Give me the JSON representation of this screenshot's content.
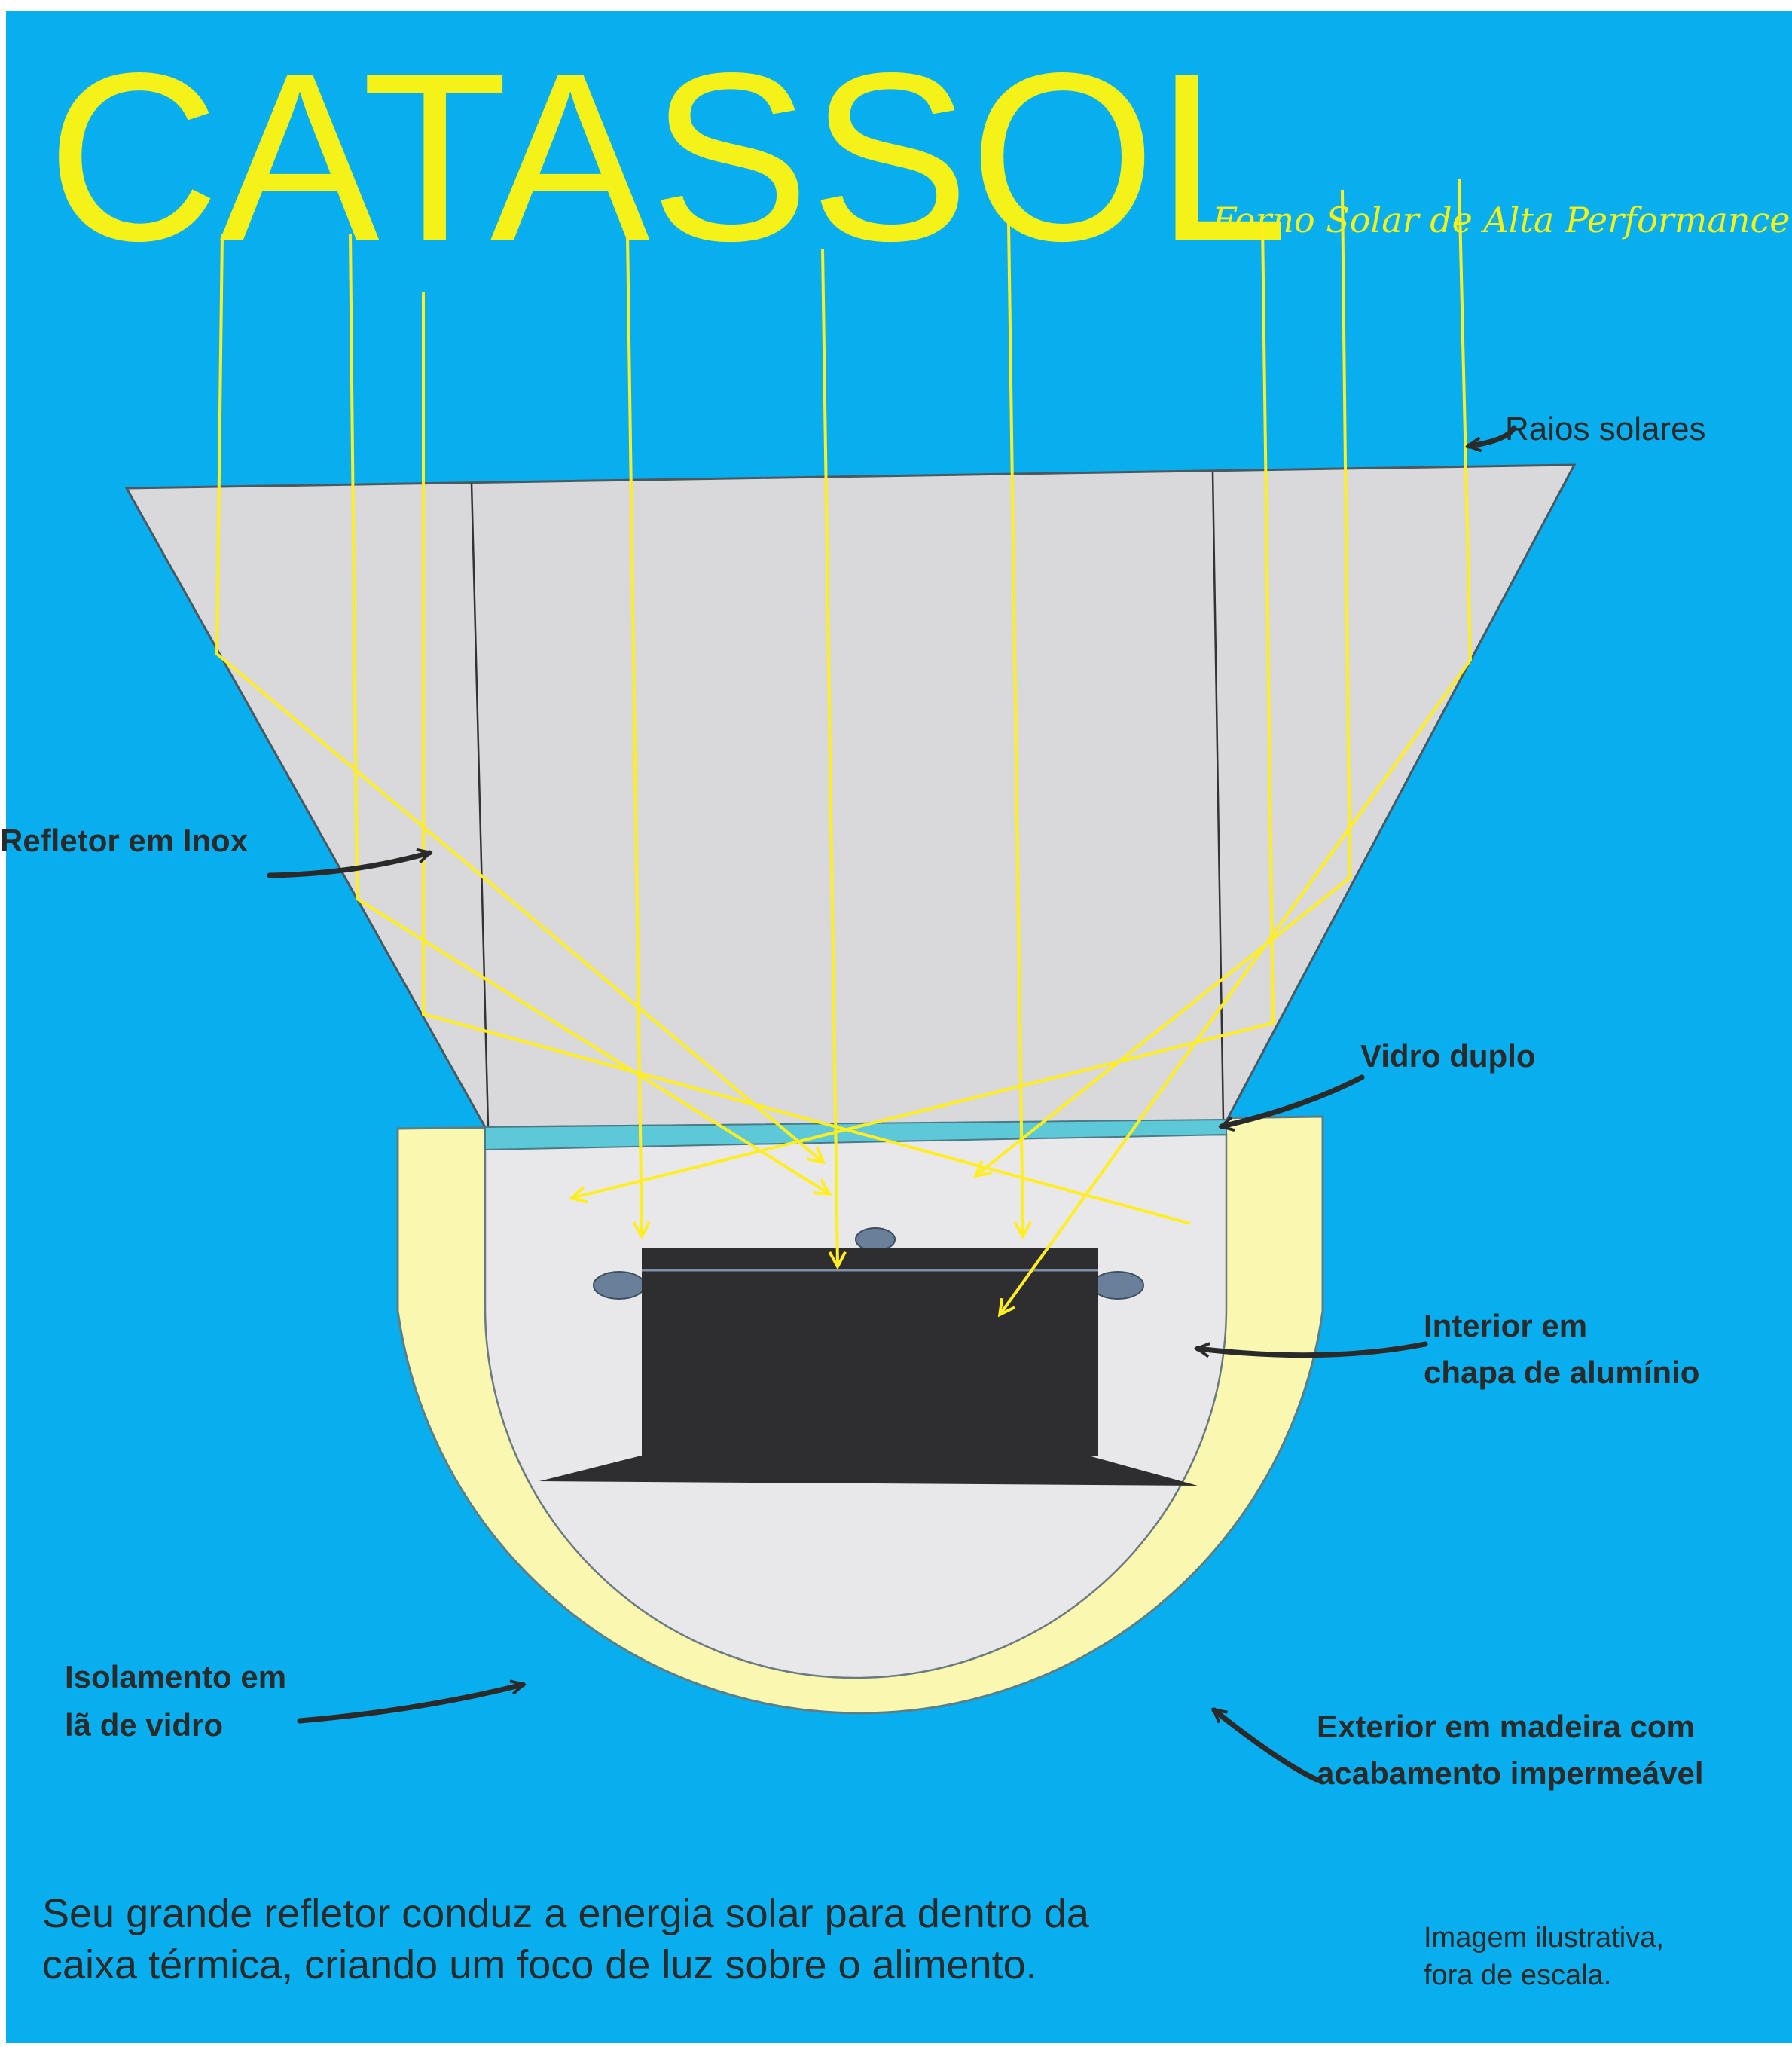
{
  "title": "CATASSOL",
  "subtitle": ", Forno Solar de Alta Performance",
  "labels": {
    "sun_rays": "Raios solares",
    "reflector": "Refletor em Inox",
    "glass": "Vidro duplo",
    "interior_line1": "Interior em",
    "interior_line2": "chapa de alumínio",
    "insulation_line1": "Isolamento em",
    "insulation_line2": "lã de vidro",
    "exterior_line1": "Exterior em madeira com",
    "exterior_line2": "acabamento impermeável"
  },
  "description_line1": "Seu grande refletor conduz a energia solar para dentro da",
  "description_line2": "caixa térmica, criando um foco de luz sobre o alimento.",
  "note_line1": "Imagem ilustrativa,",
  "note_line2": "fora de escala.",
  "colors": {
    "background": "#08aeee",
    "title": "#f5f21a",
    "rays": "#ffee22",
    "reflector": "#d9d9dc",
    "insulation": "#faf7b0",
    "interior": "#e8e8ea",
    "glass": "#5cc8d8",
    "pot": "#2e2e30",
    "handles": "#6a7f9a",
    "label_text": "#2a2a2a"
  }
}
